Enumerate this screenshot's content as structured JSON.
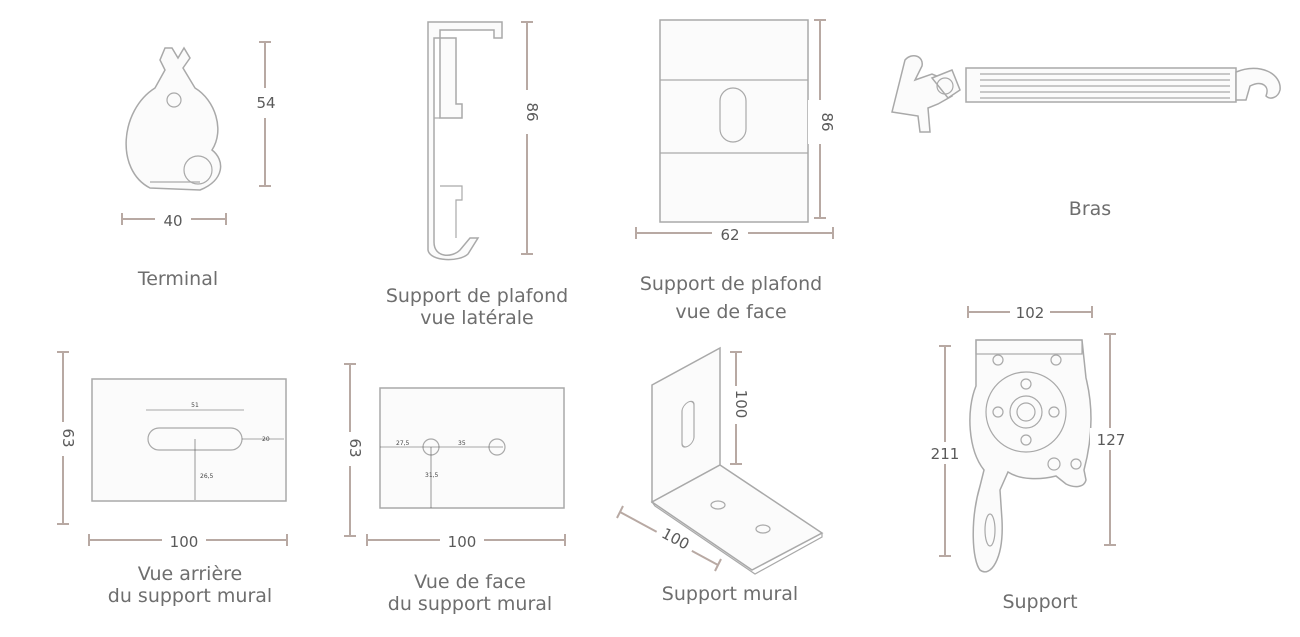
{
  "captions": {
    "terminal": "Terminal",
    "support_plafond_lat_1": "Support de plafond",
    "support_plafond_lat_2": "vue latérale",
    "support_plafond_face_1": "Support de plafond",
    "support_plafond_face_2": "vue de face",
    "bras": "Bras",
    "vue_arriere_1": "Vue arrière",
    "vue_arriere_2": "du support mural",
    "vue_face_1": "Vue de face",
    "vue_face_2": "du support mural",
    "support_mural": "Support mural",
    "support": "Support"
  },
  "dimensions": {
    "terminal_h": "54",
    "terminal_w": "40",
    "plafond_lat_h": "86",
    "plafond_face_h": "86",
    "plafond_face_w": "62",
    "arriere_h": "63",
    "arriere_w": "100",
    "arriere_slot": "51",
    "arriere_20": "20",
    "arriere_26": "26,5",
    "face_h": "63",
    "face_w": "100",
    "face_275": "27,5",
    "face_35": "35",
    "face_315": "31,5",
    "mural_h": "100",
    "mural_d": "100",
    "support_w": "102",
    "support_h": "211",
    "support_h2": "127"
  }
}
